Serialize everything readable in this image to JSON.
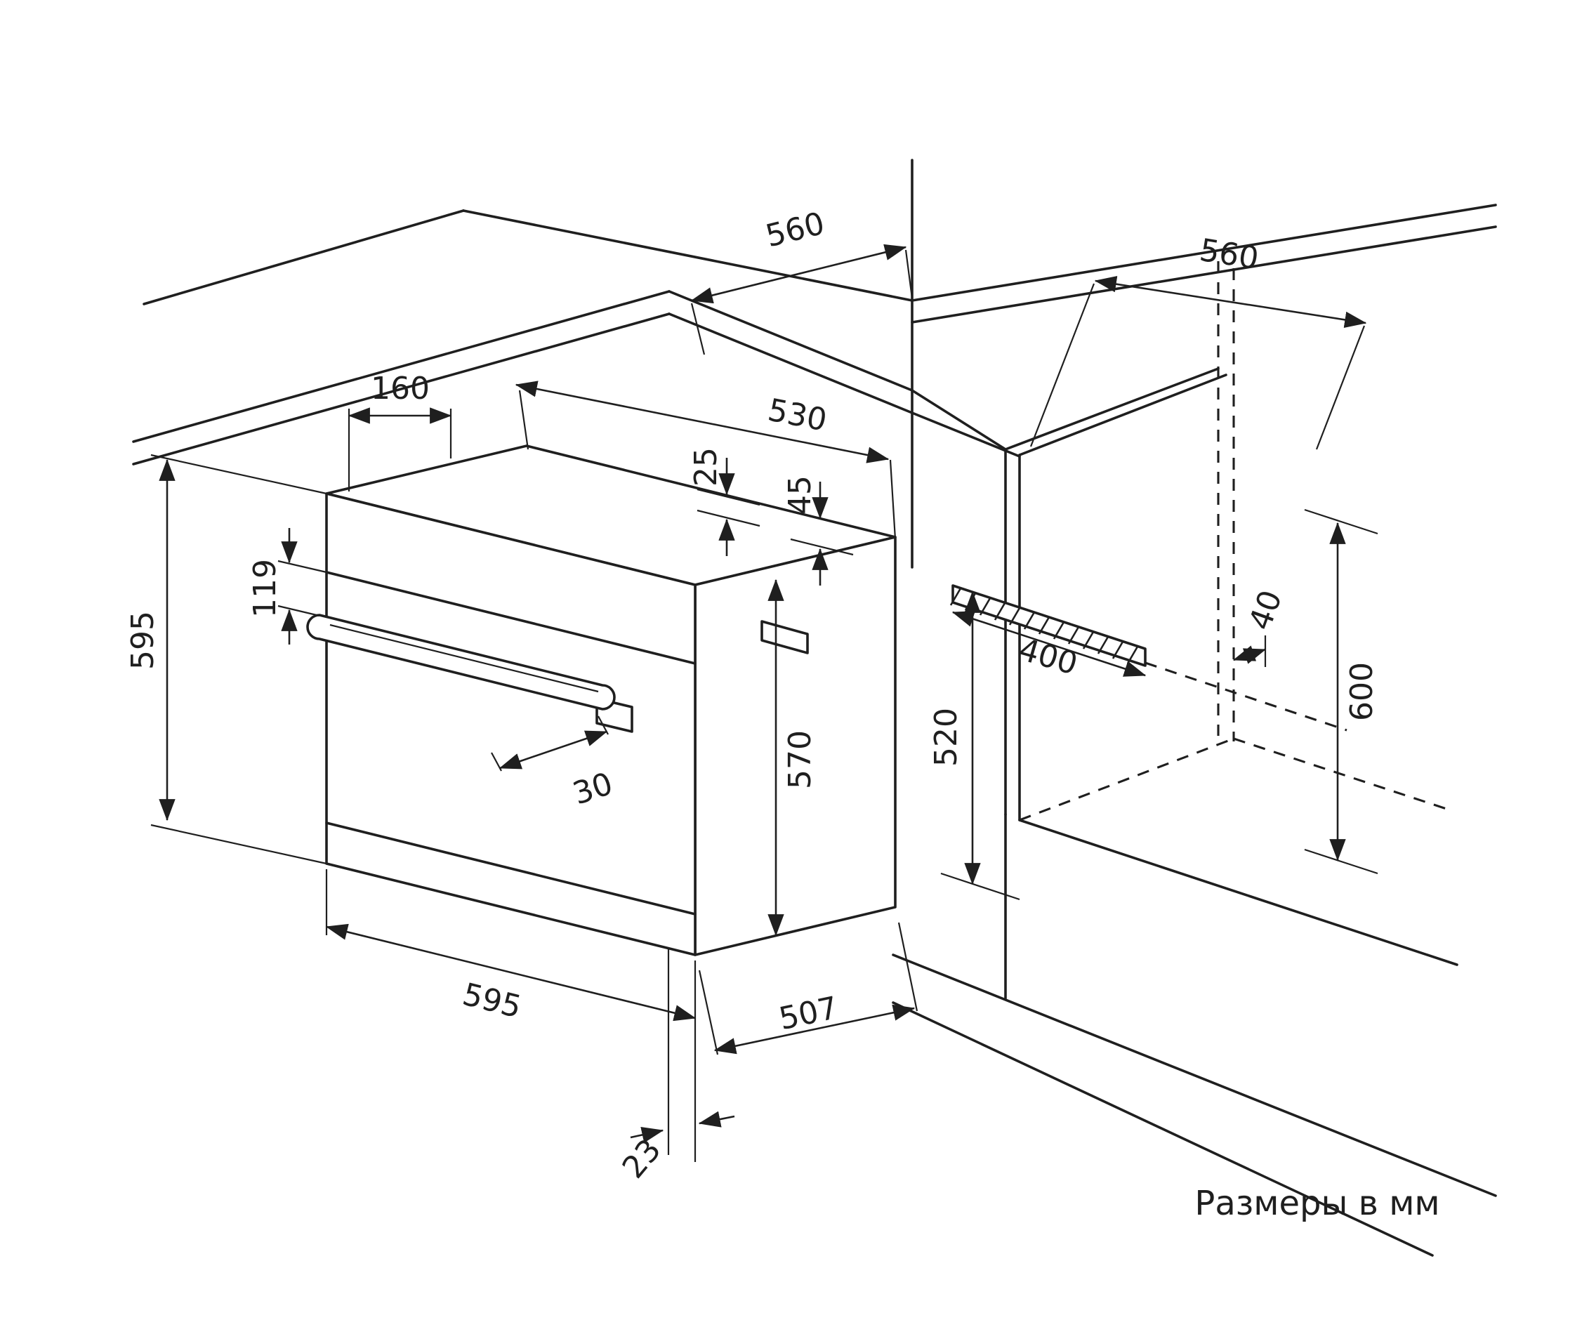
{
  "caption": "Размеры в мм",
  "colors": {
    "ink": "#1f1f1f",
    "background": "#ffffff"
  },
  "dimensions": {
    "d560_left": "560",
    "d560_right": "560",
    "d160": "160",
    "d530": "530",
    "d25": "25",
    "d45": "45",
    "d119": "119",
    "d595_height": "595",
    "d520": "520",
    "d400": "400",
    "d40": "40",
    "d600": "600",
    "d570": "570",
    "d30": "30",
    "d595_width": "595",
    "d507": "507",
    "d23": "23"
  }
}
